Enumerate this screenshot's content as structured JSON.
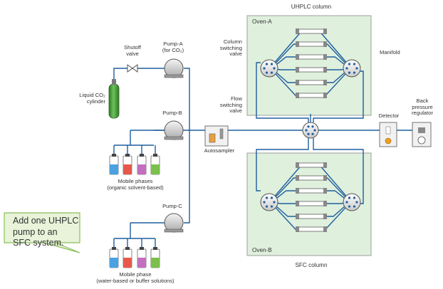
{
  "title": "UHPLC column",
  "bottom_title": "SFC column",
  "ovens": {
    "a": "Oven-A",
    "b": "Oven-B"
  },
  "components": {
    "shutoff_valve": "Shutoff\nvalve",
    "pump_a": "Pump-A\n(for CO₂)",
    "pump_b": "Pump-B",
    "pump_c": "Pump-C",
    "co2_cylinder": "Liquid CO₂\ncylinder",
    "column_switching_valve": "Column\nswitching\nvalve",
    "flow_switching_valve": "Flow\nswitching\nvalve",
    "manifold": "Manifold",
    "autosampler": "Autosampler",
    "detector": "Detector",
    "back_pressure_regulator": "Back\npressure\nregulator",
    "mobile_phases_organic": "Mobile phases\n(organic solvent-based)",
    "mobile_phase_water": "Mobile phase\n(water-based or buffer solutions)"
  },
  "callout_text": "Add one UHPLC\npump to an\nSFC system.",
  "colors": {
    "line": "#1f5f9e",
    "oven_fill": "#dff0dd",
    "oven_border": "#9d9d9d",
    "callout_fill": "#e8f3d9",
    "callout_border": "#8cbf5a",
    "cylinder": "#4a9a3a",
    "detector": "#f0a020",
    "bottles": [
      "#4aa3e0",
      "#e8584a",
      "#c46ec0",
      "#7ac04a"
    ]
  }
}
